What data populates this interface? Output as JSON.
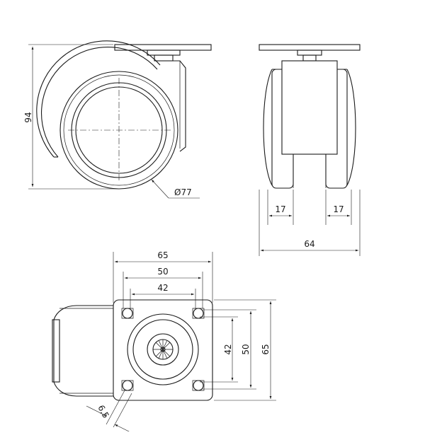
{
  "dimensions": {
    "height": "94",
    "wheel_diameter": "Ø77",
    "wheel_width_left": "17",
    "wheel_width_right": "17",
    "total_width": "64",
    "plate_width_top": "65",
    "hole_spacing_outer_top": "50",
    "hole_spacing_inner_top": "42",
    "hole_spacing_inner_right": "42",
    "hole_spacing_outer_right": "50",
    "plate_height_right": "65",
    "hole_diameter": "6,5"
  }
}
